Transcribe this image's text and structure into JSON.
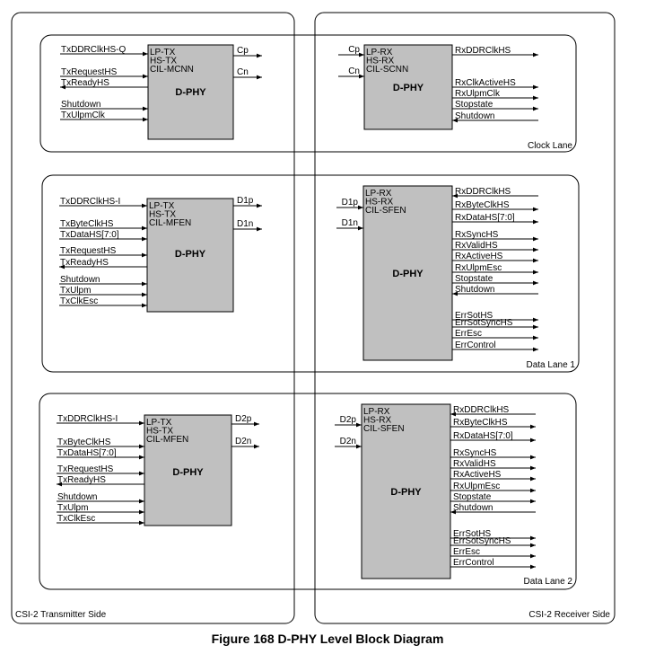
{
  "sides": {
    "transmitter": "CSI-2 Transmitter Side",
    "receiver": "CSI-2 Receiver Side"
  },
  "lanes": {
    "clock": "Clock Lane",
    "data1": "Data Lane 1",
    "data2": "Data Lane 2"
  },
  "caption": "Figure 168 D-PHY Level Block Diagram",
  "block_title": "D-PHY",
  "tx_clock": {
    "header": [
      "LP-TX",
      "HS-TX",
      "CIL-MCNN"
    ],
    "inputs": [
      "TxDDRClkHS-Q",
      "TxRequestHS",
      "TxReadyHS",
      "Shutdown",
      "TxUlpmClk"
    ],
    "outputs": [
      "Cp",
      "Cn"
    ]
  },
  "rx_clock": {
    "header": [
      "LP-RX",
      "HS-RX",
      "CIL-SCNN"
    ],
    "inputs": [
      "Cp",
      "Cn"
    ],
    "outputs": [
      "RxDDRClkHS",
      "RxClkActiveHS",
      "RxUlpmClk",
      "Stopstate",
      "Shutdown"
    ]
  },
  "tx_data1": {
    "header": [
      "LP-TX",
      "HS-TX",
      "CIL-MFEN"
    ],
    "inputs": [
      "TxDDRClkHS-I",
      "TxByteClkHS",
      "TxDataHS[7:0]",
      "TxRequestHS",
      "TxReadyHS",
      "Shutdown",
      "TxUlpm",
      "TxClkEsc"
    ],
    "outputs": [
      "D1p",
      "D1n"
    ]
  },
  "rx_data1": {
    "header": [
      "LP-RX",
      "HS-RX",
      "CIL-SFEN"
    ],
    "inputs": [
      "D1p",
      "D1n"
    ],
    "outputs": [
      "RxDDRClkHS",
      "RxByteClkHS",
      "RxDataHS[7:0]",
      "RxSyncHS",
      "RxValidHS",
      "RxActiveHS",
      "RxUlpmEsc",
      "Stopstate",
      "Shutdown",
      "ErrSotHS",
      "ErrSotSyncHS",
      "ErrEsc",
      "ErrControl"
    ]
  },
  "tx_data2": {
    "header": [
      "LP-TX",
      "HS-TX",
      "CIL-MFEN"
    ],
    "inputs": [
      "TxDDRClkHS-I",
      "TxByteClkHS",
      "TxDataHS[7:0]",
      "TxRequestHS",
      "TxReadyHS",
      "Shutdown",
      "TxUlpm",
      "TxClkEsc"
    ],
    "outputs": [
      "D2p",
      "D2n"
    ]
  },
  "rx_data2": {
    "header": [
      "LP-RX",
      "HS-RX",
      "CIL-SFEN"
    ],
    "inputs": [
      "D2p",
      "D2n"
    ],
    "outputs": [
      "RxDDRClkHS",
      "RxByteClkHS",
      "RxDataHS[7:0]",
      "RxSyncHS",
      "RxValidHS",
      "RxActiveHS",
      "RxUlpmEsc",
      "Stopstate",
      "Shutdown",
      "ErrSotHS",
      "ErrSotSyncHS",
      "ErrEsc",
      "ErrControl"
    ]
  }
}
